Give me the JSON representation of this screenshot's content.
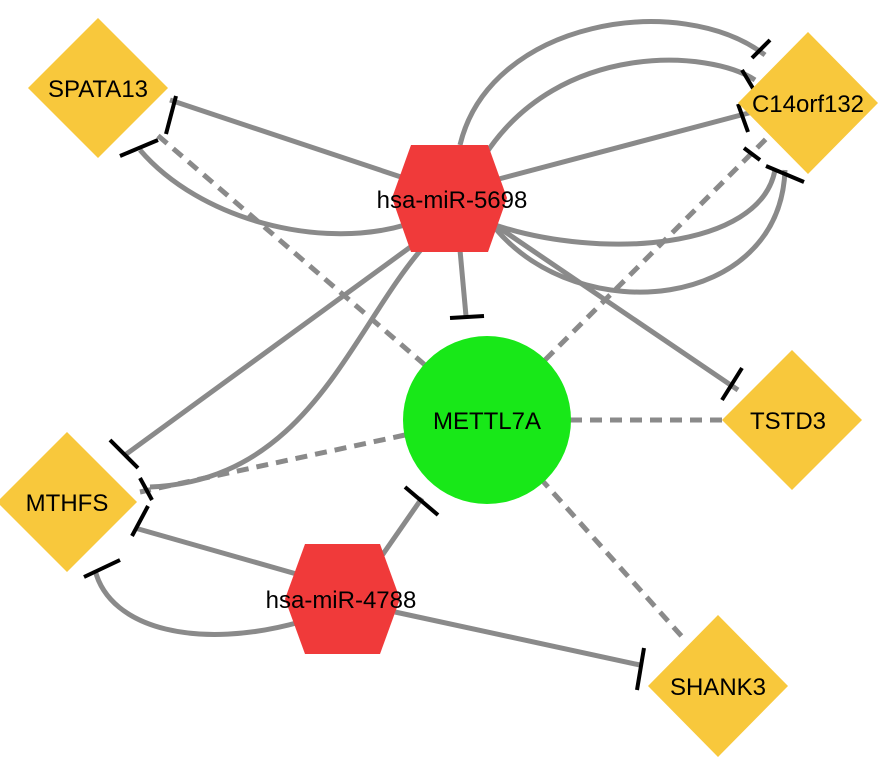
{
  "nodes": {
    "mir5698": {
      "label": "hsa-miR-5698",
      "kind": "miRNA"
    },
    "mir4788": {
      "label": "hsa-miR-4788",
      "kind": "miRNA"
    },
    "mettl7a": {
      "label": "METTL7A",
      "kind": "hub-gene"
    },
    "spata13": {
      "label": "SPATA13",
      "kind": "target-gene"
    },
    "c14orf132": {
      "label": "C14orf132",
      "kind": "target-gene"
    },
    "tstd3": {
      "label": "TSTD3",
      "kind": "target-gene"
    },
    "mthfs": {
      "label": "MTHFS",
      "kind": "target-gene"
    },
    "shank3": {
      "label": "SHANK3",
      "kind": "target-gene"
    }
  },
  "colors": {
    "mirna": "#f03a3a",
    "hub": "#18e818",
    "target": "#f8c83c",
    "edge": "#8a8a8a",
    "inhibit_bar": "#000000"
  },
  "edge_styles": {
    "solid": "miRNA inhibition (bar-headed arc)",
    "dashed": "gene association"
  }
}
